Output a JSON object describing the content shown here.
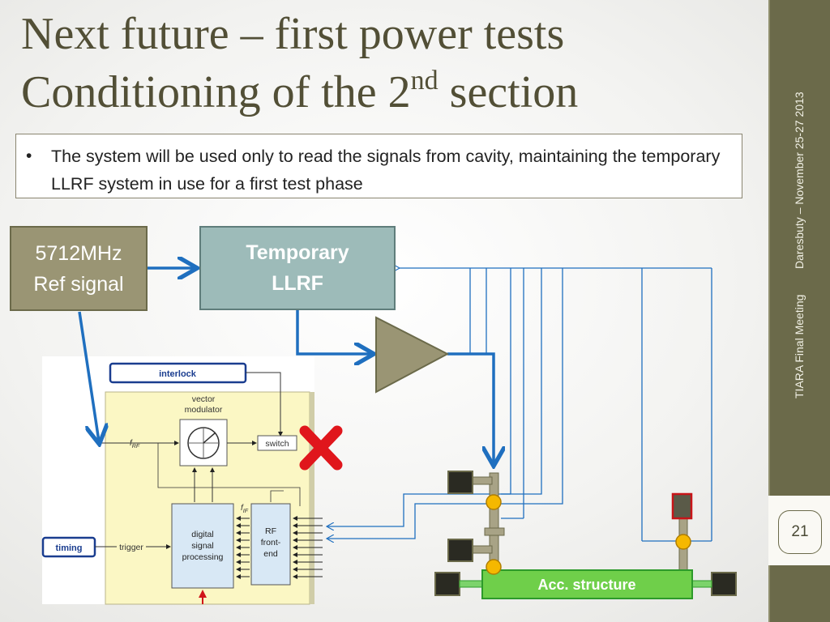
{
  "slide": {
    "title_line1": "Next future – first power tests",
    "title_line2_prefix": "Conditioning of the 2",
    "title_line2_sup": "nd",
    "title_line2_suffix": " section",
    "bullet": "The system will be used only to read the signals from cavity, maintaining the temporary LLRF system in use for a first test phase",
    "page_number": "21",
    "footer_date": "Daresbuty – November 25-27 2013",
    "footer_meeting": "TIARA Final Meeting"
  },
  "diagram": {
    "ref_signal_line1": "5712MHz",
    "ref_signal_line2": "Ref signal",
    "llrf_line1": "Temporary",
    "llrf_line2": "LLRF",
    "interlock": "interlock",
    "vector_modulator_line1": "vector",
    "vector_modulator_line2": "modulator",
    "switch": "switch",
    "f_rf": "f",
    "f_rf_sub": "RF",
    "f_if": "f",
    "f_if_sub": "IF",
    "dsp_line1": "digital",
    "dsp_line2": "signal",
    "dsp_line3": "processing",
    "rf_frontend_line1": "RF",
    "rf_frontend_line2": "front-",
    "rf_frontend_line3": "end",
    "timing": "timing",
    "trigger": "trigger",
    "acc_structure": "Acc. structure"
  },
  "colors": {
    "sidebar": "#6b6a4a",
    "title": "#524f36",
    "llrf_box": "#9dbbb9",
    "ref_box": "#9a9574",
    "signal_blue": "#1f6fbf",
    "acc_structure": "#6fcf4a",
    "cross": "#e0161c"
  }
}
